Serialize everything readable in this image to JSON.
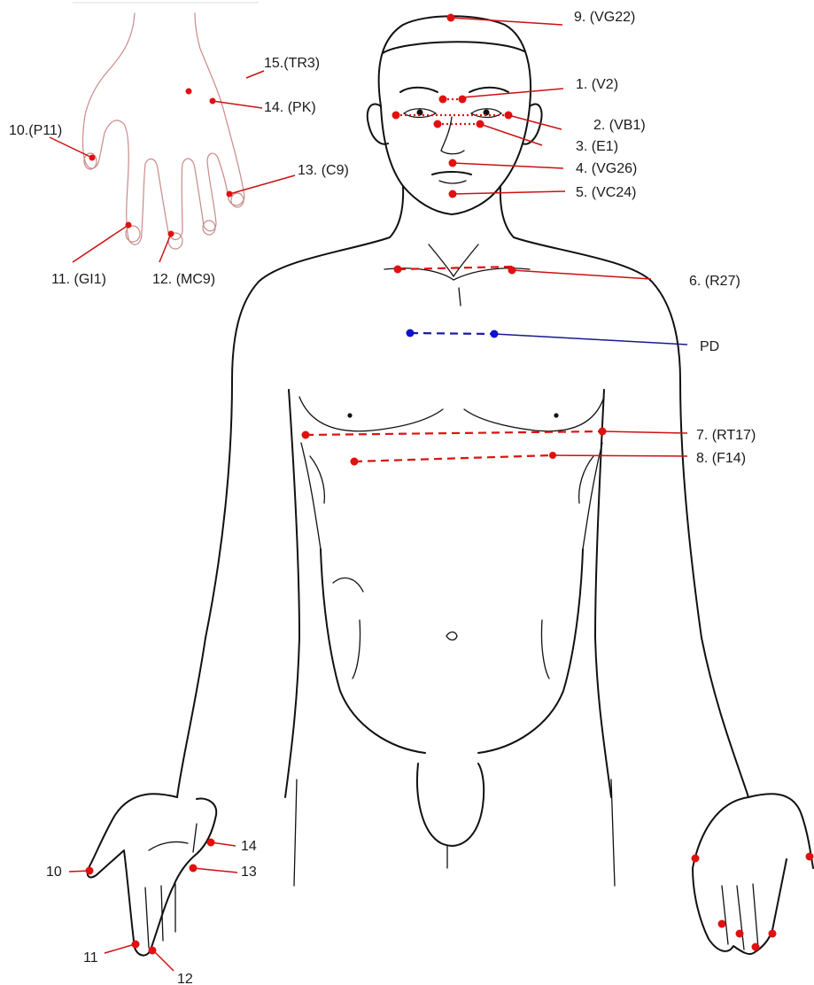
{
  "labels": {
    "vg22": "9. (VG22)",
    "v2": "1. (V2)",
    "vb1": "2. (VB1)",
    "e1": "3. (E1)",
    "vg26": "4. (VG26)",
    "vc24": "5. (VC24)",
    "r27": "6. (R27)",
    "pd": "PD",
    "rt17": "7. (RT17)",
    "f14": "8. (F14)",
    "tr3": "15.(TR3)",
    "pk": "14. (PK)",
    "p11": "10.(P11)",
    "c9": "13. (C9)",
    "gi1": "11. (GI1)",
    "mc9": "12. (MC9)",
    "hand_10": "10",
    "hand_11": "11",
    "hand_12": "12",
    "hand_13": "13",
    "hand_14": "14"
  },
  "colors": {
    "point": "#e01010",
    "special_point": "#1010d0",
    "outline": "#111111",
    "inset_outline": "#c98a8a"
  }
}
